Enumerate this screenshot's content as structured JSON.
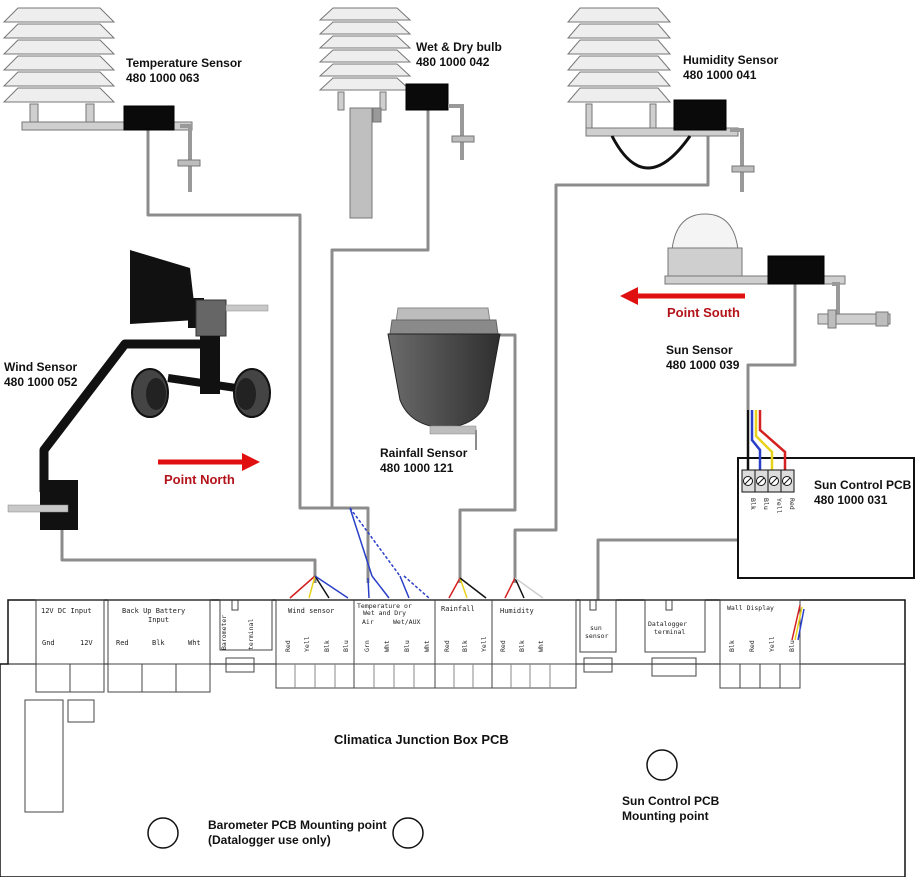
{
  "sensors": {
    "temperature": {
      "name": "Temperature Sensor",
      "code": "480 1000 063"
    },
    "wet_dry": {
      "name": "Wet & Dry bulb",
      "code": "480 1000 042"
    },
    "humidity": {
      "name": "Humidity Sensor",
      "code": "480 1000 041"
    },
    "wind": {
      "name": "Wind Sensor",
      "code": "480 1000 052"
    },
    "rainfall": {
      "name": "Rainfall Sensor",
      "code": "480 1000 121"
    },
    "sun": {
      "name": "Sun Sensor",
      "code": "480 1000 039"
    },
    "sun_pcb": {
      "name": "Sun Control PCB",
      "code": "480 1000 031"
    }
  },
  "arrows": {
    "north": "Point North",
    "south": "Point South"
  },
  "sun_pcb_pins": [
    "Blk",
    "Blu",
    "Yell",
    "Red"
  ],
  "junction_box": {
    "title": "Climatica Junction Box PCB",
    "barometer_note": {
      "line1": "Barometer PCB Mounting point",
      "line2": "(Datalogger use only)"
    },
    "sun_pcb_note": {
      "line1": "Sun Control PCB",
      "line2": "Mounting point"
    },
    "terminals": {
      "dc_input": {
        "title": "12V DC Input",
        "pins": [
          "Gnd",
          "12V"
        ]
      },
      "battery": {
        "title_line1": "Back Up Battery",
        "title_line2": "Input",
        "pins": [
          "Red",
          "Blk",
          "Wht"
        ]
      },
      "barometer": "Barometer",
      "terminal": "terminal",
      "wind": {
        "title": "Wind sensor",
        "pins": [
          "Red",
          "Yell",
          "Blk",
          "Blu"
        ]
      },
      "temperature": {
        "title_line1": "Temperature or",
        "title_line2": "Wet and Dry",
        "sub1": "Air",
        "sub2": "Wet/AUX",
        "pins": [
          "Grn",
          "Wht",
          "Blu",
          "Wht"
        ]
      },
      "rainfall": {
        "title": "Rainfall",
        "pins": [
          "Red",
          "Blk",
          "Yell"
        ]
      },
      "humidity": {
        "title": "Humidity",
        "pins": [
          "Red",
          "Blk",
          "Wht"
        ]
      },
      "sun_sensor": {
        "line1": "sun",
        "line2": "sensor"
      },
      "datalogger": {
        "line1": "Datalogger",
        "line2": "terminal"
      },
      "wall_display": {
        "title": "Wall Display",
        "pins": [
          "Blk",
          "Red",
          "Yell",
          "Blu"
        ]
      }
    }
  },
  "colors": {
    "cable": "#8c8c8c",
    "arrow": "#e01010",
    "wire_red": "#d42020",
    "wire_yellow": "#e8d21a",
    "wire_blue": "#2a3fc8",
    "wire_black": "#111111"
  }
}
